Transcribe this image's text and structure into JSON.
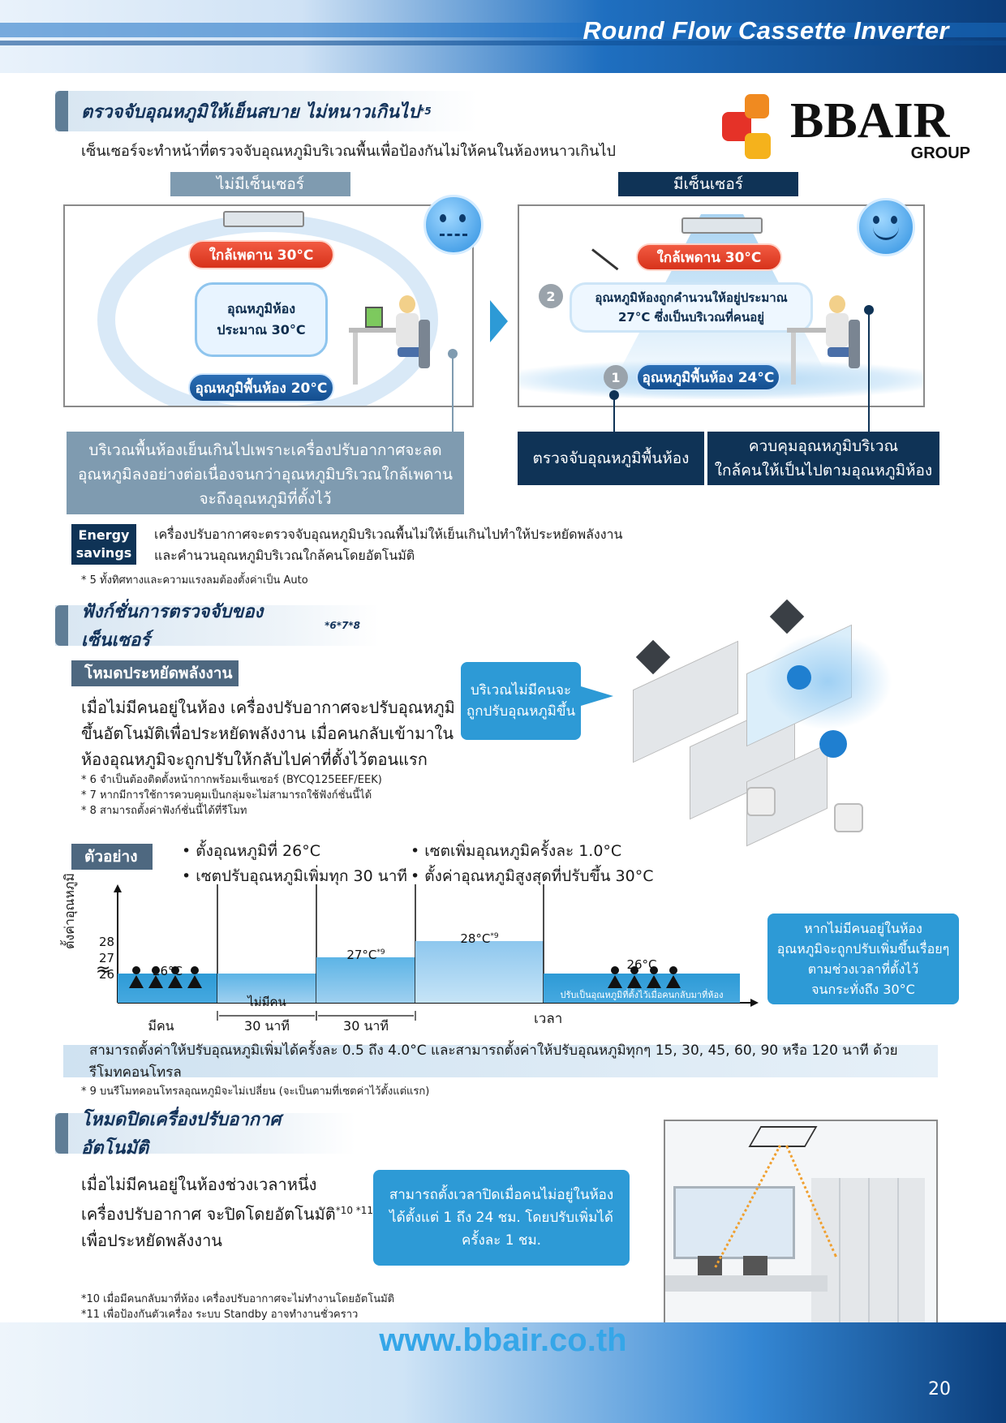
{
  "header": {
    "title": "Round Flow Cassette Inverter"
  },
  "brand": {
    "name": "BBAIR",
    "sub": "GROUP"
  },
  "section1": {
    "title": "ตรวจจับอุณหภูมิให้เย็นสบาย ไม่หนาวเกินไป",
    "title_sup": "*5",
    "intro": "เซ็นเซอร์จะทำหน้าที่ตรวจจับอุณหภูมิบริเวณพื้นเพื่อป้องกันไม่ให้คนในห้องหนาวเกินไป",
    "left_tag": "ไม่มีเซ็นเซอร์",
    "right_tag": "มีเซ็นเซอร์",
    "left_ceiling": "ใกล้เพดาน 30°C",
    "left_room_1": "อุณหภูมิห้อง",
    "left_room_2": "ประมาณ 30°C",
    "left_floor": "อุณหภูมิพื้นห้อง 20°C",
    "right_ceiling": "ใกล้เพดาน 30°C",
    "right_room_1": "อุณหภูมิห้องถูกคำนวนให้อยู่ประมาณ",
    "right_room_2": "27°C ซึ่งเป็นบริเวณที่คนอยู่",
    "right_floor": "อุณหภูมิพื้นห้อง 24°C",
    "num_1": "1",
    "num_2": "2",
    "left_caption_1": "บริเวณพื้นห้องเย็นเกินไปเพราะเครื่องปรับอากาศจะลด",
    "left_caption_2": "อุณหภูมิลงอย่างต่อเนื่องจนกว่าอุณหภูมิบริเวณใกล้เพดาน",
    "left_caption_3": "จะถึงอุณหภูมิที่ตั้งไว้",
    "right_caption_a": "ตรวจจับอุณหภูมิพื้นห้อง",
    "right_caption_b1": "ควบคุมอุณหภูมิบริเวณ",
    "right_caption_b2": "ใกล้คนให้เป็นไปตามอุณหภูมิห้อง",
    "energy_1": "Energy",
    "energy_2": "savings",
    "energy_text_1": "เครื่องปรับอากาศจะตรวจจับอุณหภูมิบริเวณพื้นไม่ให้เย็นเกินไปทำให้ประหยัดพลังงาน",
    "energy_text_2": "และคำนวนอุณหภูมิบริเวณใกล้คนโดยอัตโนมัติ",
    "footnote": "* 5 ทั้งทิศทางและความแรงลมต้องตั้งค่าเป็น Auto"
  },
  "section2": {
    "title": "ฟังก์ชั่นการตรวจจับของเซ็นเซอร์",
    "title_sup": "*6*7*8",
    "mode_tag": "โหมดประหยัดพลังงาน",
    "para_1": "เมื่อไม่มีคนอยู่ในห้อง เครื่องปรับอากาศจะปรับอุณหภูมิ",
    "para_2": "ขึ้นอัตโนมัติเพื่อประหยัดพลังงาน เมื่อคนกลับเข้ามาใน",
    "para_3": "ห้องอุณหภูมิจะถูกปรับให้กลับไปค่าที่ตั้งไว้ตอนแรก",
    "note_6": "* 6 จำเป็นต้องติดตั้งหน้ากากพร้อมเซ็นเซอร์ (BYCQ125EEF/EEK)",
    "note_7": "* 7 หากมีการใช้การควบคุมเป็นกลุ่มจะไม่สามารถใช้ฟังก์ชั่นนี้ได้",
    "note_8": "* 8 สามารถตั้งค่าฟังก์ชั่นนี้ได้ที่รีโมท",
    "callout_1": "บริเวณไม่มีคนจะ",
    "callout_2": "ถูกปรับอุณหภูมิขึ้น",
    "example_tag": "ตัวอย่าง",
    "bullets": [
      "• ตั้งอุณหภูมิที่ 26°C",
      "• เซตปรับอุณหภูมิเพิ่มทุก 30 นาที",
      "• เซตเพิ่มอุณหภูมิครั้งละ 1.0°C",
      "• ตั้งค่าอุณหภูมิสูงสุดที่ปรับขึ้น  30°C"
    ],
    "side_box": [
      "หากไม่มีคนอยู่ในห้อง",
      "อุณหภูมิจะถูกปรับเพิ่มขึ้นเรื่อยๆ",
      "ตามช่วงเวลาที่ตั้งไว้",
      "จนกระทั่งถึง 30°C"
    ],
    "band": "สามารถตั้งค่าให้ปรับอุณหภูมิเพิ่มได้ครั้งละ 0.5 ถึง 4.0°C และสามารถตั้งค่าให้ปรับอุณหภูมิทุกๆ 15, 30, 45, 60, 90 หรือ 120 นาที ด้วยรีโมทคอนโทรล",
    "note_9": "* 9 บนรีโมทคอนโทรลอุณหภูมิจะไม่เปลี่ยน (จะเป็นตามที่เซตค่าไว้ตั้งแต่แรก)"
  },
  "chart_data": {
    "type": "area",
    "ylabel": "ตั้งค่าอุณหภูมิ",
    "xlabel": "เวลา",
    "yticks": [
      "28",
      "27",
      "26"
    ],
    "segments": [
      {
        "label": "มีคน",
        "value": 26,
        "text": "26°C"
      },
      {
        "label": "30 นาที",
        "value": 26,
        "text": "ไม่มีคน"
      },
      {
        "label": "30 นาที",
        "value": 27,
        "text": "27°C",
        "sup": "*9"
      },
      {
        "label": "",
        "value": 28,
        "text": "28°C",
        "sup": "*9"
      },
      {
        "label": "",
        "value": 26,
        "text": "26°C",
        "note": "ปรับเป็นอุณหภูมิที่ตั้งไว้เมื่อคนกลับมาที่ห้อง"
      }
    ],
    "break_symbol": "≈"
  },
  "section3": {
    "title": "โหมดปิดเครื่องปรับอากาศอัตโนมัติ",
    "para_1": "เมื่อไม่มีคนอยู่ในห้องช่วงเวลาหนึ่ง",
    "para_2": "เครื่องปรับอากาศ จะปิดโดยอัตโนมัติ",
    "para_2_sup": "*10 *11",
    "para_3": "เพื่อประหยัดพลังงาน",
    "box_1": "สามารถตั้งเวลาปิดเมื่อคนไม่อยู่ในห้อง",
    "box_2": "ได้ตั้งแต่ 1 ถึง 24 ชม. โดยปรับเพิ่มได้",
    "box_3": "ครั้งละ 1 ชม.",
    "note_10": "*10 เมื่อมีคนกลับมาที่ห้อง เครื่องปรับอากาศจะไม่ทำงานโดยอัตโนมัติ",
    "note_11": "*11 เพื่อป้องกันตัวเครื่อง ระบบ Standby อาจทำงานชั่วคราว"
  },
  "footer": {
    "url": "www.bbair.co.th",
    "page": "20"
  }
}
